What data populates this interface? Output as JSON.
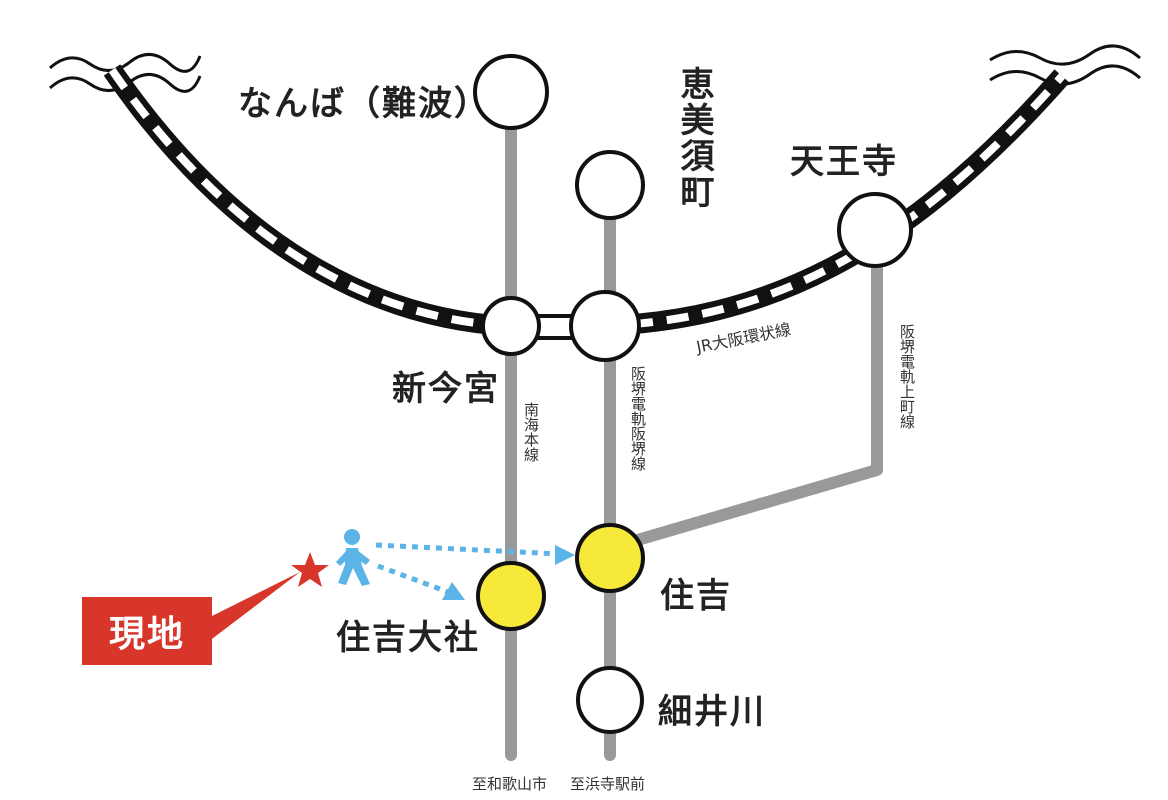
{
  "stations": {
    "namba": "なんば（難波）",
    "ebisucho": "恵美須町",
    "tennoji": "天王寺",
    "shin_imamiya": "新今宮",
    "sumiyoshi_taisha": "住吉大社",
    "sumiyoshi": "住吉",
    "hosoigawa": "細井川"
  },
  "lines": {
    "jr_loop": "JR大阪環状線",
    "nankai": "南海本線",
    "hankai_main": "阪堺電軌阪堺線",
    "hankai_uemachi": "阪堺電軌上町線"
  },
  "destinations": {
    "wakayama": "至和歌山市",
    "hamadera": "至浜寺駅前"
  },
  "current_location": {
    "label": "現地"
  },
  "colors": {
    "rail_gray": "#999999",
    "highlight_station": "#f7e93a",
    "marker_red": "#d8362b",
    "walk_arrow": "#5ab4e5",
    "jr_line": "#111111"
  }
}
